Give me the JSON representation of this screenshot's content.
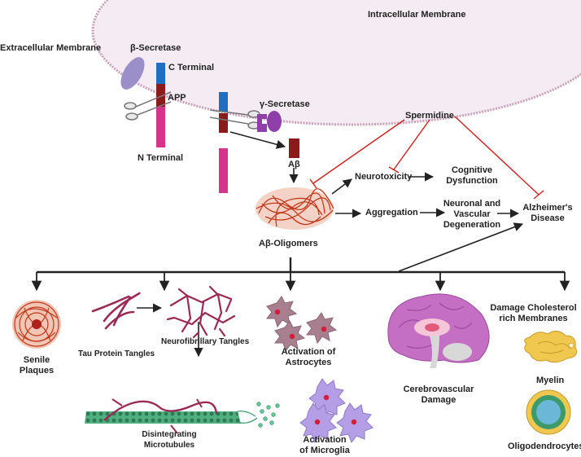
{
  "labels": {
    "intracellular_membrane": "Intracellular Membrane",
    "extracellular_membrane": "Extracellular Membrane",
    "beta_secretase": "β-Secretase",
    "c_terminal": "C Terminal",
    "app": "APP",
    "n_terminal": "N Terminal",
    "gamma_secretase": "γ-Secretase",
    "abeta": "Aβ",
    "spermidine": "Spermidine",
    "neurotoxicity": "Neurotoxicity",
    "cognitive_dysfunction": "Cognitive\nDysfunction",
    "aggregation": "Aggregation",
    "neuronal_vascular": "Neuronal and\nVascular\nDegeneration",
    "alzheimers": "Alzheimer's\nDisease",
    "abeta_oligomers": "Aβ-Oligomers",
    "senile_plaques": "Senile\nPlaques",
    "tau_tangles": "Tau Protein Tangles",
    "neurofibrillary": "Neurofibrillary Tangles",
    "disintegrating": "Disintegrating\nMicrotubules",
    "astrocytes": "Activation of\nAstrocytes",
    "microglia": "Activation\nof Microglia",
    "cerebrovascular": "Cerebrovascular\nDamage",
    "cholesterol": "Damage Cholesterol\nrich Membranes",
    "myelin": "Myelin",
    "oligodendrocytes": "Oligodendrocytes"
  },
  "colors": {
    "membrane": "#c9a0b8",
    "cell_fill": "#f4ecf2",
    "app_blue": "#1e6fc2",
    "app_dark": "#8b1a1a",
    "app_pink": "#d6338a",
    "beta_secretase": "#9b8fc9",
    "gamma_secretase": "#8e3fa8",
    "inhibition": "#d11f1f",
    "arrow": "#222222",
    "oligomer": "#c0391b",
    "tau": "#9a2a55",
    "astrocyte": "#a87f8e",
    "microglia": "#b49ee6",
    "brain": "#c56fc4",
    "myelin": "#f0c850",
    "microtubule": "#3c9a6b"
  }
}
